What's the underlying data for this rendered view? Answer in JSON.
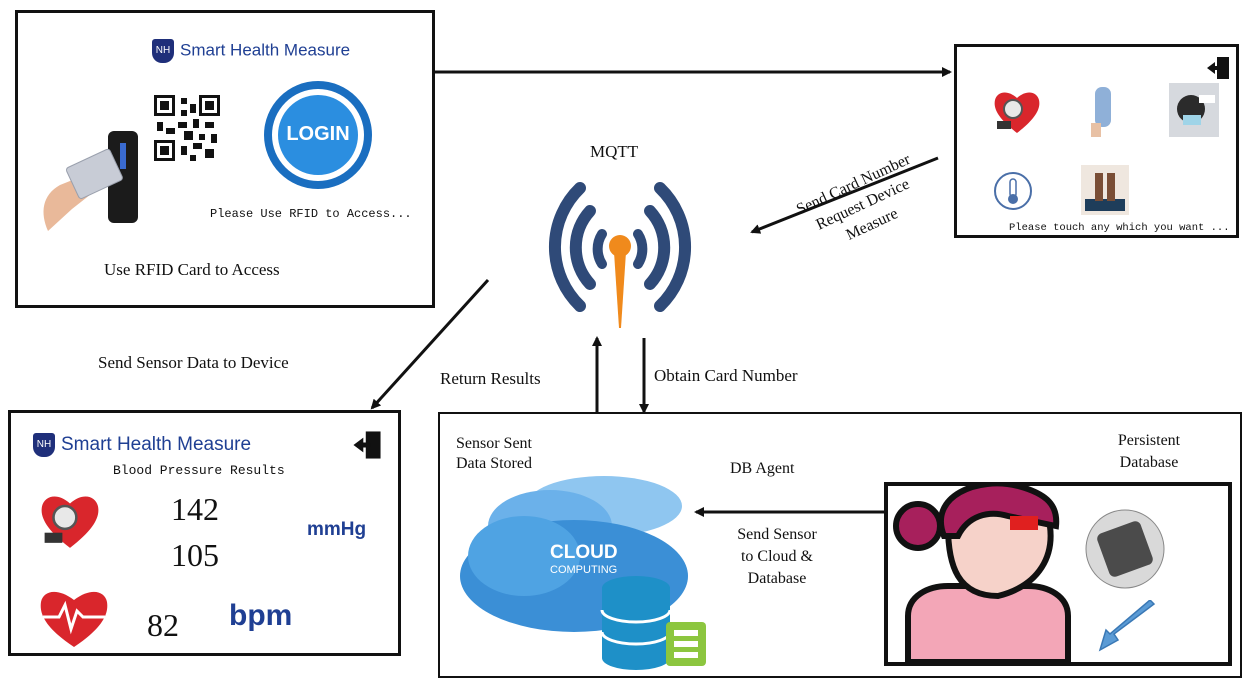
{
  "colors": {
    "brand": "#1f3f93",
    "border": "#111111",
    "heart": "#d9262c",
    "antenna": "#2f4a78",
    "antenna_tip": "#f08a1c",
    "person_skin": "#f6d2c9",
    "person_hair": "#a7205c",
    "cloud": "#3b8fd6",
    "database": "#1e90c8",
    "server_icon": "#8cc63f"
  },
  "icons": [
    "qr-code-icon",
    "rfid-reader-icon",
    "login-icon",
    "exit-door-icon",
    "heart-pressure-icon",
    "thermometer-icon",
    "heart-rate-icon",
    "mqtt-antenna-icon",
    "cloud-computing-icon",
    "database-icon",
    "person-icon"
  ],
  "login_panel": {
    "brand": "Smart Health Measure",
    "login_label": "LOGIN",
    "instruction": "Please Use RFID to Access...",
    "caption": "Use RFID Card to Access"
  },
  "device_panel": {
    "instruction": "Please touch any which you want ..."
  },
  "results_panel": {
    "brand": "Smart Health Measure",
    "subtitle": "Blood Pressure Results",
    "systolic": "142",
    "diastolic": "105",
    "pressure_unit": "mmHg",
    "heart_rate": "82",
    "heart_unit": "bpm"
  },
  "cloud_panel": {
    "sensor_label_1": "Sensor Sent",
    "sensor_label_2": "Data Stored",
    "db_agent": "DB Agent",
    "persistent_1": "Persistent",
    "persistent_2": "Database",
    "send_1": "Send Sensor",
    "send_2": "to Cloud &",
    "send_3": "Database",
    "cloud_word": "CLOUD",
    "computing_word": "COMPUTING"
  },
  "mqtt_label": "MQTT",
  "edges": {
    "send_card_1": "Send Card Number",
    "send_card_2": "Request Device",
    "send_card_3": "Measure",
    "send_sensor_device": "Send Sensor Data to Device",
    "return_results": "Return Results",
    "obtain_card": "Obtain Card Number"
  }
}
